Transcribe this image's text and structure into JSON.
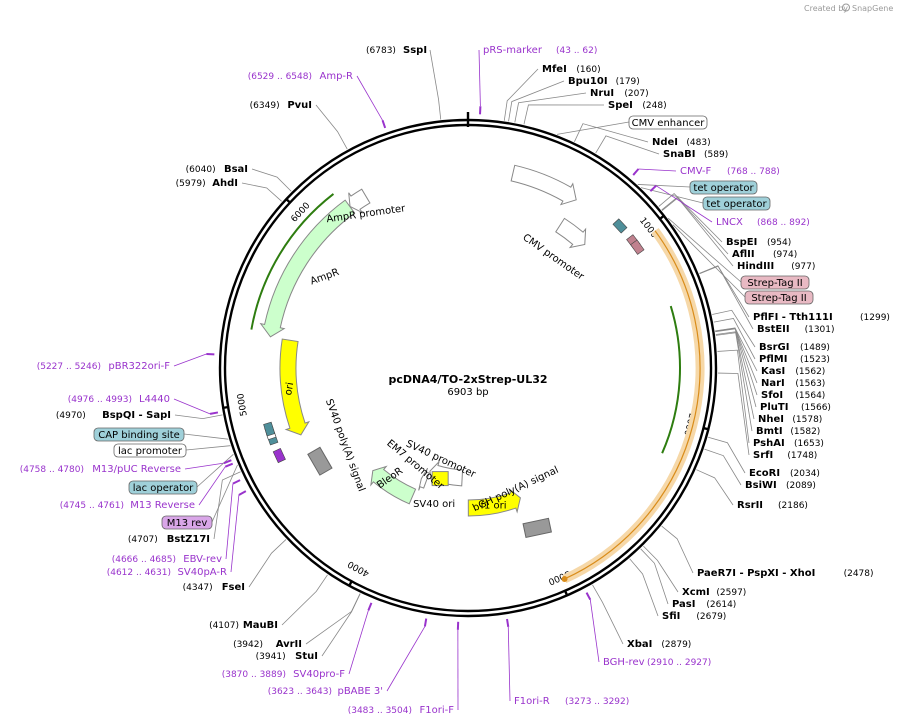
{
  "app": {
    "credit": "Created by",
    "brand": "SnapGene"
  },
  "map": {
    "name": "pcDNA4/TO-2xStrep-UL32",
    "length_bp": 6903,
    "length_label": "6903 bp",
    "ticks": [
      "1000",
      "2000",
      "3000",
      "4000",
      "5000",
      "6000"
    ]
  },
  "features": [
    {
      "name": "CMV enhancer",
      "start": 249,
      "end": 628,
      "type": "enhancer",
      "fill": "#ffffff",
      "stroke": "#888888",
      "direction": "forward"
    },
    {
      "name": "CMV promoter",
      "start": 629,
      "end": 832,
      "type": "promoter",
      "fill": "#ffffff",
      "stroke": "#888888",
      "direction": "forward"
    },
    {
      "name": "AmpR promoter",
      "start": 6210,
      "end": 6314,
      "type": "promoter",
      "fill": "#ffffff",
      "stroke": "#888888",
      "direction": "reverse"
    },
    {
      "name": "AmpR",
      "start": 5349,
      "end": 6209,
      "type": "cds",
      "fill": "#ccffcc",
      "stroke": "#888888",
      "direction": "reverse"
    },
    {
      "name": "ori",
      "start": 4759,
      "end": 5347,
      "type": "rep_origin",
      "fill": "#ffff00",
      "stroke": "#888888",
      "direction": "reverse"
    },
    {
      "name": "SV40 poly(A) signal",
      "start": 4500,
      "end": 4621,
      "type": "polyA",
      "fill": "#999999",
      "stroke": "#666666",
      "direction": "reverse"
    },
    {
      "name": "BleoR",
      "start": 3900,
      "end": 4273,
      "type": "cds",
      "fill": "#ccffcc",
      "stroke": "#888888",
      "direction": "forward"
    },
    {
      "name": "EM7 promoter",
      "start": 3840,
      "end": 3890,
      "type": "promoter",
      "fill": "#ffffff",
      "stroke": "#888888",
      "direction": "forward"
    },
    {
      "name": "SV40 promoter",
      "start": 3510,
      "end": 3840,
      "type": "promoter",
      "fill": "#ffffff",
      "stroke": "#888888",
      "direction": "forward"
    },
    {
      "name": "SV40 ori",
      "start": 3640,
      "end": 3780,
      "type": "rep_origin",
      "fill": "#ffff00",
      "stroke": "#888888",
      "direction": "none"
    },
    {
      "name": "f1 ori",
      "start": 3030,
      "end": 3449,
      "type": "rep_origin",
      "fill": "#ffff00",
      "stroke": "#888888",
      "direction": "reverse"
    },
    {
      "name": "bGH poly(A) signal",
      "start": 2900,
      "end": 3120,
      "type": "polyA",
      "fill": "#999999",
      "stroke": "#666666",
      "direction": "forward"
    }
  ],
  "enzymes_right": [
    {
      "name": "SspI",
      "pos": "(6783)",
      "site": 6783
    },
    {
      "name": "MfeI",
      "pos": "(160)",
      "site": 160
    },
    {
      "name": "Bpu10I",
      "pos": "(179)",
      "site": 179
    },
    {
      "name": "NruI",
      "pos": "(207)",
      "site": 207
    },
    {
      "name": "SpeI",
      "pos": "(248)",
      "site": 248
    },
    {
      "name": "NdeI",
      "pos": "(483)",
      "site": 483
    },
    {
      "name": "SnaBI",
      "pos": "(589)",
      "site": 589
    },
    {
      "name": "BspEI",
      "pos": "(954)",
      "site": 954
    },
    {
      "name": "AflII",
      "pos": "(974)",
      "site": 974
    },
    {
      "name": "HindIII",
      "pos": "(977)",
      "site": 977
    },
    {
      "name": "PflFI - Tth111I",
      "pos": "(1299)",
      "site": 1299
    },
    {
      "name": "BstEII",
      "pos": "(1301)",
      "site": 1301
    },
    {
      "name": "BsrGI",
      "pos": "(1489)",
      "site": 1489
    },
    {
      "name": "PflMI",
      "pos": "(1523)",
      "site": 1523
    },
    {
      "name": "KasI",
      "pos": "(1562)",
      "site": 1562
    },
    {
      "name": "NarI",
      "pos": "(1563)",
      "site": 1563
    },
    {
      "name": "SfoI",
      "pos": "(1564)",
      "site": 1564
    },
    {
      "name": "PluTI",
      "pos": "(1566)",
      "site": 1566
    },
    {
      "name": "NheI",
      "pos": "(1578)",
      "site": 1578
    },
    {
      "name": "BmtI",
      "pos": "(1582)",
      "site": 1582
    },
    {
      "name": "PshAI",
      "pos": "(1653)",
      "site": 1653
    },
    {
      "name": "SrfI",
      "pos": "(1748)",
      "site": 1748
    },
    {
      "name": "EcoRI",
      "pos": "(2034)",
      "site": 2034
    },
    {
      "name": "BsiWI",
      "pos": "(2089)",
      "site": 2089
    },
    {
      "name": "RsrII",
      "pos": "(2186)",
      "site": 2186
    },
    {
      "name": "PaeR7I - PspXI - XhoI",
      "pos": "(2478)",
      "site": 2478
    },
    {
      "name": "XcmI",
      "pos": "(2597)",
      "site": 2597
    },
    {
      "name": "PasI",
      "pos": "(2614)",
      "site": 2614
    },
    {
      "name": "SfiI",
      "pos": "(2679)",
      "site": 2679
    },
    {
      "name": "XbaI",
      "pos": "(2879)",
      "site": 2879
    }
  ],
  "enzymes_left": [
    {
      "name": "PvuI",
      "pos": "(6349)",
      "site": 6349
    },
    {
      "name": "BsaI",
      "pos": "(6040)",
      "site": 6040
    },
    {
      "name": "AhdI",
      "pos": "(5979)",
      "site": 5979
    },
    {
      "name": "BspQI - SapI",
      "pos": "(4970)",
      "site": 4970
    },
    {
      "name": "BstZ17I",
      "pos": "(4707)",
      "site": 4707
    },
    {
      "name": "FseI",
      "pos": "(4347)",
      "site": 4347
    },
    {
      "name": "MauBI",
      "pos": "(4107)",
      "site": 4107
    },
    {
      "name": "AvrII",
      "pos": "(3942)",
      "site": 3942
    },
    {
      "name": "StuI",
      "pos": "(3941)",
      "site": 3941
    }
  ],
  "primers": [
    {
      "name": "pRS-marker",
      "range": "(43 .. 62)",
      "site": 52
    },
    {
      "name": "Amp-R",
      "range": "(6529 .. 6548)",
      "site": 6538
    },
    {
      "name": "CMV-F",
      "range": "(768 .. 788)",
      "site": 778
    },
    {
      "name": "LNCX",
      "range": "(868 .. 892)",
      "site": 880
    },
    {
      "name": "pBR322ori-F",
      "range": "(5227 .. 5246)",
      "site": 5236
    },
    {
      "name": "L4440",
      "range": "(4976 .. 4993)",
      "site": 4984
    },
    {
      "name": "M13/pUC Reverse",
      "range": "(4758 .. 4780)",
      "site": 4769
    },
    {
      "name": "M13 Reverse",
      "range": "(4745 .. 4761)",
      "site": 4753
    },
    {
      "name": "EBV-rev",
      "range": "(4666 .. 4685)",
      "site": 4675
    },
    {
      "name": "SV40pA-R",
      "range": "(4612 .. 4631)",
      "site": 4621
    },
    {
      "name": "SV40pro-F",
      "range": "(3870 .. 3889)",
      "site": 3880
    },
    {
      "name": "pBABE 3'",
      "range": "(3623 .. 3643)",
      "site": 3633
    },
    {
      "name": "F1ori-F",
      "range": "(3483 .. 3504)",
      "site": 3494
    },
    {
      "name": "F1ori-R",
      "range": "(3273 .. 3292)",
      "site": 3282
    },
    {
      "name": "BGH-rev",
      "range": "(2910 .. 2927)",
      "site": 2918
    }
  ],
  "boxed_labels": [
    {
      "name": "CMV enhancer",
      "kind": "misc",
      "fill": "#ffffff",
      "site": 400
    },
    {
      "name": "tet operator",
      "kind": "protein_bind",
      "fill": "#9fd0d9",
      "site": 820
    },
    {
      "name": "tet operator",
      "kind": "protein_bind",
      "fill": "#9fd0d9",
      "site": 840
    },
    {
      "name": "Strep-Tag II",
      "kind": "tag",
      "fill": "#e8b9c3",
      "site": 1020
    },
    {
      "name": "Strep-Tag II",
      "kind": "tag",
      "fill": "#e8b9c3",
      "site": 1055
    },
    {
      "name": "CAP binding site",
      "kind": "protein_bind",
      "fill": "#9fd0d9",
      "site": 4860
    },
    {
      "name": "lac promoter",
      "kind": "promoter",
      "fill": "#ffffff",
      "site": 4830
    },
    {
      "name": "lac operator",
      "kind": "protein_bind",
      "fill": "#9fd0d9",
      "site": 4790
    },
    {
      "name": "M13 rev",
      "kind": "primer_bind",
      "fill": "#d9a6e8",
      "site": 4740
    }
  ],
  "colors": {
    "enzyme": "#000000",
    "primer": "#9933cc",
    "backbone": "#000000",
    "cds_outline": "#2e7d10",
    "orf_outline": "#e6a23c"
  }
}
